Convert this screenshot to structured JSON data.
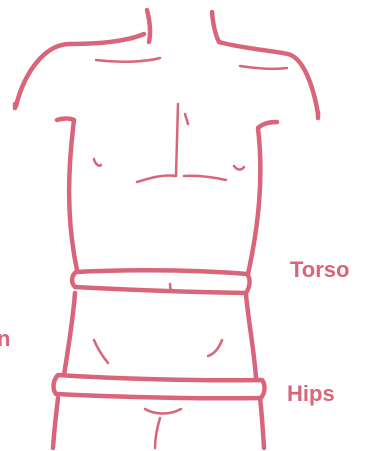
{
  "colors": {
    "line": "#d9657a",
    "background": "#ffffff"
  },
  "labels": {
    "torso": "Torso",
    "hips": "Hips",
    "partial_left": "n"
  },
  "bands": [
    "torso-band",
    "hips-band"
  ]
}
